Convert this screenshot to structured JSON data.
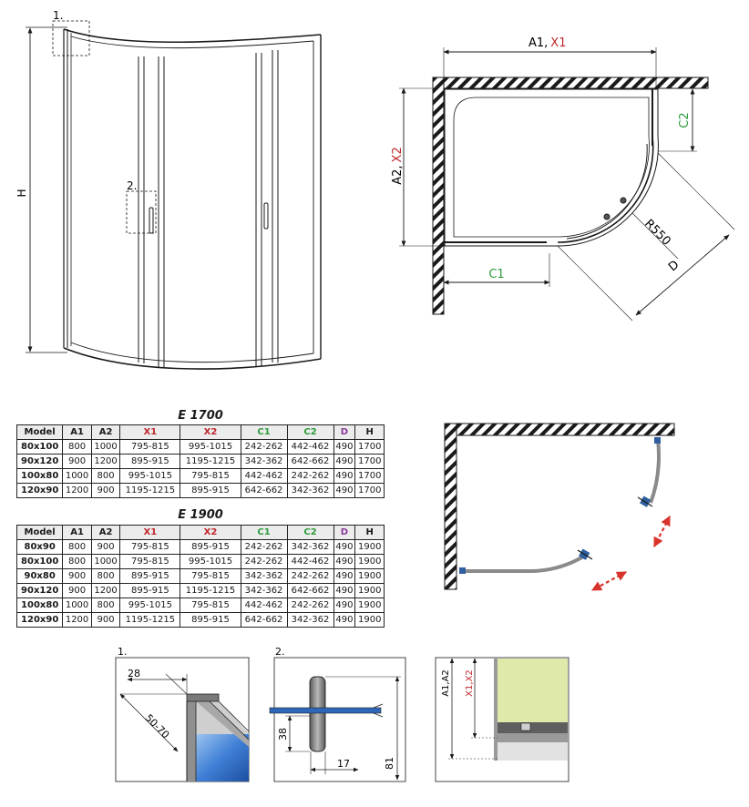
{
  "callouts": {
    "c1": "1.",
    "c2": "2."
  },
  "front_view": {
    "height_label": "H"
  },
  "plan_view": {
    "a1": "A1,",
    "x1": "X1",
    "a2": "A2,",
    "x2": "X2",
    "c1": "C1",
    "c2": "C2",
    "radius": "R550",
    "d": "D"
  },
  "tables": [
    {
      "title": "E 1700",
      "headers": [
        "Model",
        "A1",
        "A2",
        "X1",
        "X2",
        "C1",
        "C2",
        "D",
        "H"
      ],
      "rows": [
        [
          "80x100",
          "800",
          "1000",
          "795-815",
          "995-1015",
          "242-262",
          "442-462",
          "490",
          "1700"
        ],
        [
          "90x120",
          "900",
          "1200",
          "895-915",
          "1195-1215",
          "342-362",
          "642-662",
          "490",
          "1700"
        ],
        [
          "100x80",
          "1000",
          "800",
          "995-1015",
          "795-815",
          "442-462",
          "242-262",
          "490",
          "1700"
        ],
        [
          "120x90",
          "1200",
          "900",
          "1195-1215",
          "895-915",
          "642-662",
          "342-362",
          "490",
          "1700"
        ]
      ]
    },
    {
      "title": "E 1900",
      "headers": [
        "Model",
        "A1",
        "A2",
        "X1",
        "X2",
        "C1",
        "C2",
        "D",
        "H"
      ],
      "rows": [
        [
          "80x90",
          "800",
          "900",
          "795-815",
          "895-915",
          "242-262",
          "342-362",
          "490",
          "1900"
        ],
        [
          "80x100",
          "800",
          "1000",
          "795-815",
          "995-1015",
          "242-262",
          "442-462",
          "490",
          "1900"
        ],
        [
          "90x80",
          "900",
          "800",
          "895-915",
          "795-815",
          "342-362",
          "242-262",
          "490",
          "1900"
        ],
        [
          "90x120",
          "900",
          "1200",
          "895-915",
          "1195-1215",
          "342-362",
          "642-662",
          "490",
          "1900"
        ],
        [
          "100x80",
          "1000",
          "800",
          "995-1015",
          "795-815",
          "442-462",
          "242-262",
          "490",
          "1900"
        ],
        [
          "120x90",
          "1200",
          "900",
          "1195-1215",
          "895-915",
          "642-662",
          "342-362",
          "490",
          "1900"
        ]
      ]
    }
  ],
  "detail1": {
    "num": "1.",
    "dim_a": "28",
    "dim_b": "50-70"
  },
  "detail2": {
    "num": "2.",
    "dim_a": "38",
    "dim_b": "17",
    "dim_c": "81"
  },
  "detail3": {
    "a": "A1,A2",
    "x": "X1,X2"
  },
  "colors": {
    "red": "#c0272d",
    "green": "#2e9b3c",
    "purple": "#8a3b9a",
    "blue": "#2f5f9e"
  }
}
